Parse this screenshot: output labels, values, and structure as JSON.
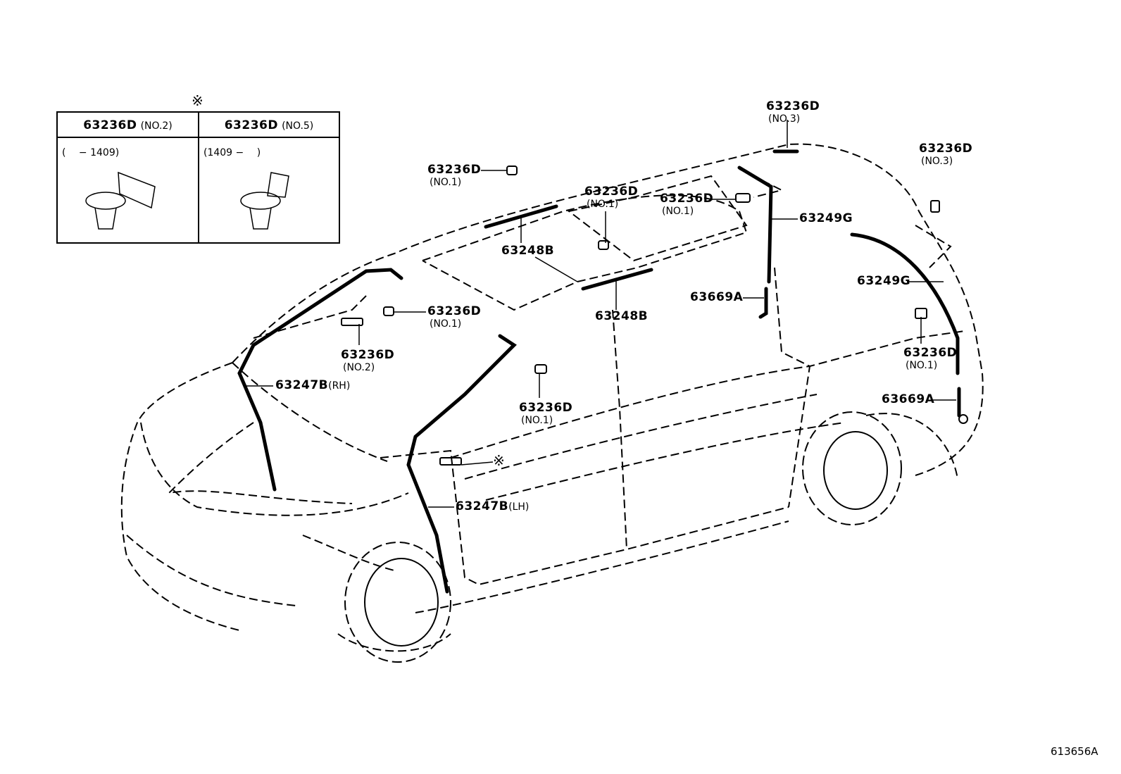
{
  "inset": {
    "marker": "※",
    "columns": [
      {
        "part": "63236D",
        "variant": "(NO.2)",
        "range": "(　 − 1409)"
      },
      {
        "part": "63236D",
        "variant": "(NO.5)",
        "range": "(1409 −　 )"
      }
    ]
  },
  "callouts": [
    {
      "part": "63236D",
      "note": "(NO.3)"
    },
    {
      "part": "63236D",
      "note": "(NO.3)"
    },
    {
      "part": "63236D",
      "note": "(NO.1)"
    },
    {
      "part": "63236D",
      "note": "(NO.1)"
    },
    {
      "part": "63236D",
      "note": "(NO.1)"
    },
    {
      "part": "63249G"
    },
    {
      "part": "63248B"
    },
    {
      "part": "63249G"
    },
    {
      "part": "63669A"
    },
    {
      "part": "63236D",
      "note": "(NO.1)"
    },
    {
      "part": "63248B"
    },
    {
      "part": "63236D",
      "note": "(NO.2)"
    },
    {
      "part": "63236D",
      "note": "(NO.1)"
    },
    {
      "part": "63247B",
      "note": "(RH)"
    },
    {
      "part": "63669A"
    },
    {
      "part": "63236D",
      "note": "(NO.1)"
    },
    {
      "part": "63247B",
      "note": "(LH)"
    }
  ],
  "marker_callout": "※",
  "diagram_id": "613656A"
}
